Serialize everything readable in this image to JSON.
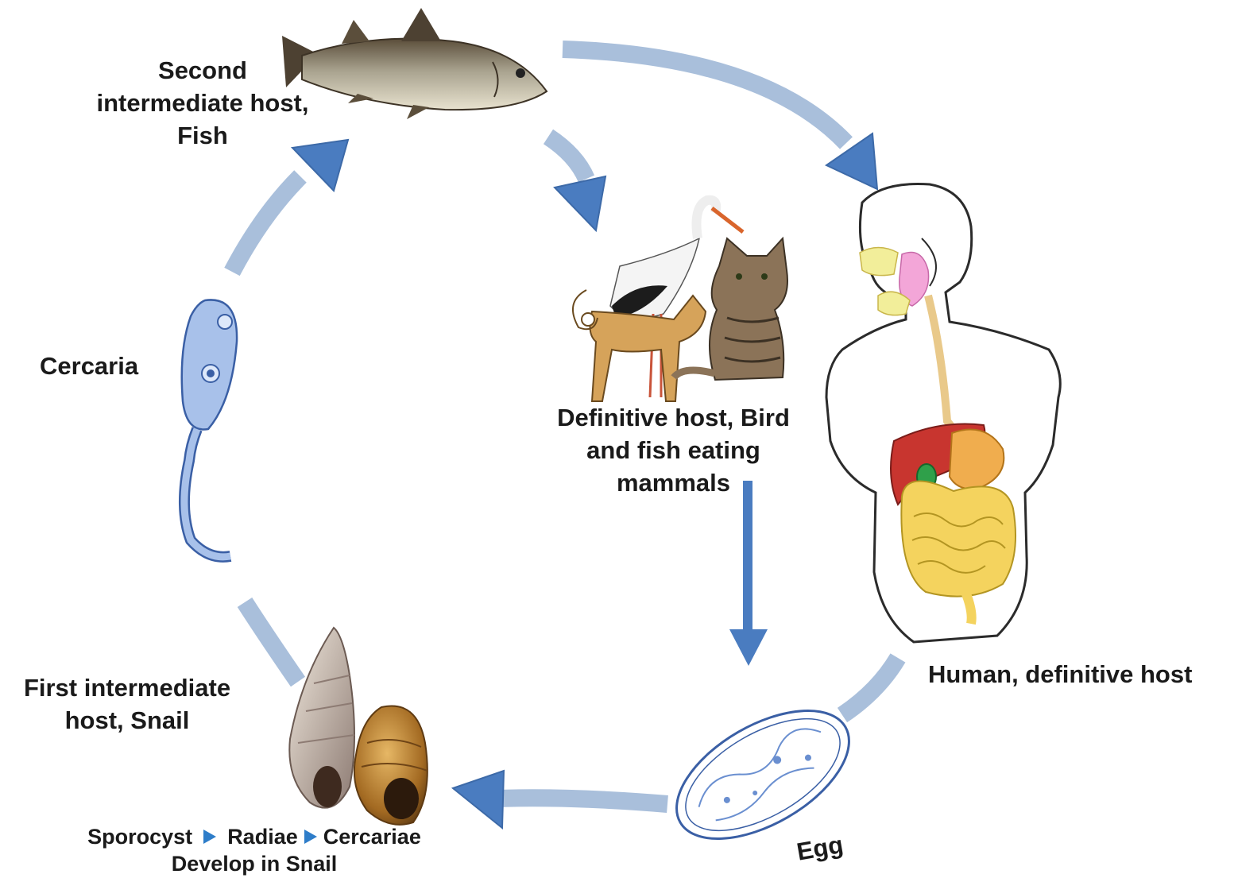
{
  "labels": {
    "fish": [
      "Second",
      "intermediate host,",
      "Fish"
    ],
    "cercaria": "Cercaria",
    "snail": [
      "First intermediate",
      "host, Snail"
    ],
    "definitive_animals": [
      "Definitive host, Bird",
      "and fish eating",
      "mammals"
    ],
    "human": "Human, definitive host",
    "egg": "Egg",
    "snail_stages": {
      "sporocyst": "Sporocyst",
      "radiae": "Radiae",
      "cercariae": "Cercariae",
      "develop": "Develop in Snail"
    }
  },
  "icons": {
    "fish": "fish-icon",
    "animals": "bird-dog-cat-icon",
    "human": "human-digestive-system-icon",
    "egg": "egg-icon",
    "snail": "snail-shells-icon",
    "cercaria": "cercaria-icon"
  },
  "colors": {
    "arrow_band": "#a9bfdb",
    "arrow_head": "#4a7cc0",
    "stage_arrow": "#2e7dc9",
    "label_text": "#1a1a1a"
  }
}
